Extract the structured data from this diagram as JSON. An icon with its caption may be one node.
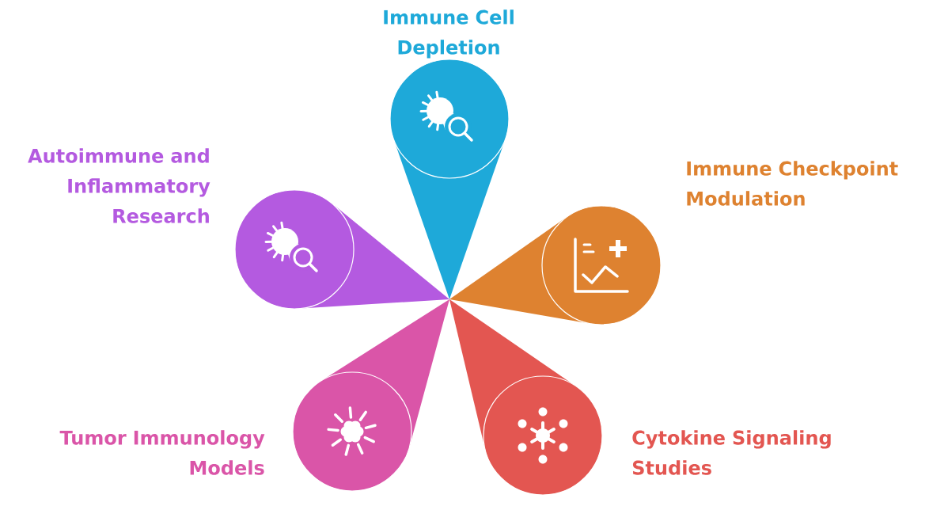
{
  "diagram": {
    "nodes": [
      {
        "text": [
          "Immune Cell Depletion"
        ]
      },
      {
        "text": [
          "Autoimmune and Inflammatory Research"
        ]
      },
      {
        "text": [
          "Immune Checkpoint Modulation"
        ]
      },
      {
        "text": [
          "Tumor Immunology Models"
        ]
      },
      {
        "text": [
          "Cytokine Signaling Studies"
        ]
      }
    ]
  }
}
